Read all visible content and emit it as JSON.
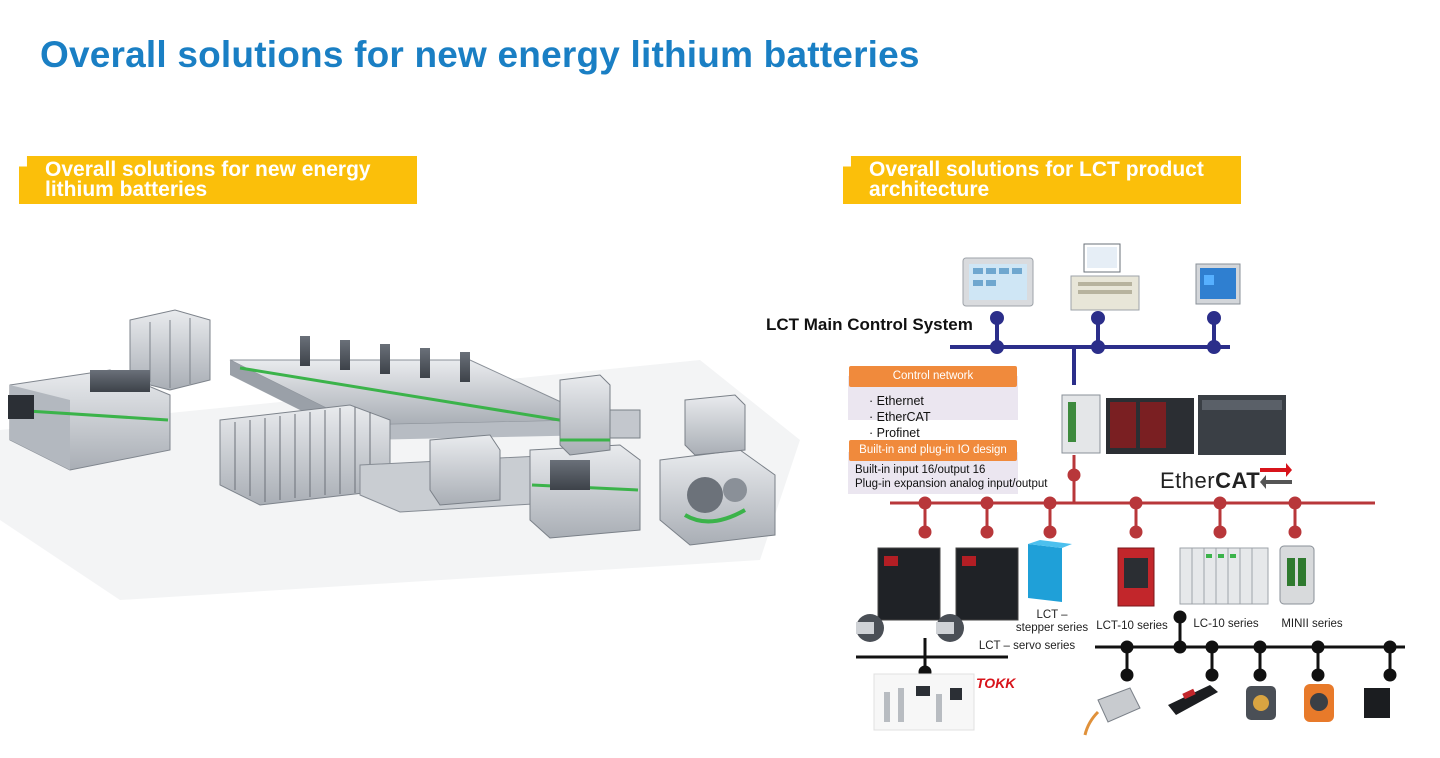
{
  "page": {
    "title": "Overall solutions for new energy lithium batteries"
  },
  "left_section": {
    "header_line1": "Overall solutions for new energy",
    "header_line2": "lithium batteries"
  },
  "right_section": {
    "header_line1": "Overall solutions for LCT product",
    "header_line2": "architecture"
  },
  "architecture": {
    "main_control_label": "LCT Main Control System",
    "control_network": {
      "heading": "Control network",
      "items": [
        "· Ethernet",
        "· EtherCAT",
        "· Profinet"
      ]
    },
    "io_design": {
      "heading": "Built-in and plug-in IO design",
      "line1": "Built-in input 16/output 16",
      "line2": "Plug-in expansion analog input/output"
    },
    "ethercat_logo": {
      "part1": "Ether",
      "part2": "CAT"
    },
    "devices": {
      "stepper_line1": "LCT –",
      "stepper_line2": "stepper series",
      "servo": "LCT – servo series",
      "lct10": "LCT-10 series",
      "lc10": "LC-10 series",
      "minii": "MINII series"
    },
    "brand_tokk": "TOKK"
  },
  "colors": {
    "title_blue": "#1a7fc4",
    "header_yellow": "#fbbf0a",
    "main_bus_navy": "#2b2e8a",
    "ethercat_bus_red": "#b8373a",
    "io_bus_black": "#111111",
    "info_orange": "#f08a3c",
    "info_lavender": "#ebe6f0"
  }
}
